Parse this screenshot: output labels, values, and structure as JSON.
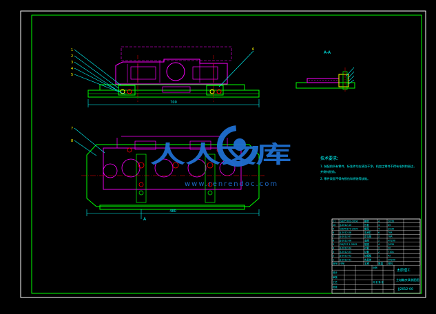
{
  "drawing": {
    "section_label": "A-A",
    "section_marker": "A",
    "notes_title": "技术要求：",
    "notes": [
      "1. 装配前所有零件、标准件均应清洗干净，机加工零件不得有毛刺和锐边，",
      "   并倒钝锐角。",
      "2. 零件表面不得有损伤和锈蚀等缺陷。"
    ],
    "leader_numbers_top": [
      "1",
      "2",
      "3",
      "4",
      "5",
      "6"
    ],
    "leader_numbers_bottom": [
      "7",
      "8"
    ],
    "dimension_top": "700",
    "dimension_bottom": "480"
  },
  "watermark": {
    "brand": "人人文库",
    "url": "www.renrendoc.com"
  },
  "title_block": {
    "school": "太原理工",
    "drawing_title": "主轴箱夹具装配图",
    "drawing_number": "JJ2012-00",
    "parts": [
      {
        "no": "11",
        "code": "GB/T5783-2000",
        "name": "螺栓",
        "qty": "4",
        "material": "Q235"
      },
      {
        "no": "10",
        "code": "JJ-2012-10",
        "name": "压板",
        "qty": "4",
        "material": "45"
      },
      {
        "no": "9",
        "code": "GB/T6170-2000",
        "name": "螺母",
        "qty": "4",
        "material": "Q235"
      },
      {
        "no": "8",
        "code": "JJ-2012-08",
        "name": "支承钉",
        "qty": "6",
        "material": "T8A"
      },
      {
        "no": "7",
        "code": "JJ-2012-07",
        "name": "定位销",
        "qty": "2",
        "material": "T8A"
      },
      {
        "no": "6",
        "code": "JJ-2012-06",
        "name": "支座",
        "qty": "2",
        "material": "HT200"
      },
      {
        "no": "5",
        "code": "GB/T97.1-2002",
        "name": "垫圈",
        "qty": "4",
        "material": "Q235"
      },
      {
        "no": "4",
        "code": "JJ-2012-04",
        "name": "衬套",
        "qty": "2",
        "material": "20"
      },
      {
        "no": "3",
        "code": "JJ-2012-03",
        "name": "钻套",
        "qty": "2",
        "material": "T10A"
      },
      {
        "no": "2",
        "code": "JJ-2012-02",
        "name": "钻模板",
        "qty": "1",
        "material": "45"
      },
      {
        "no": "1",
        "code": "JJ-2012-01",
        "name": "夹具体",
        "qty": "1",
        "material": "HT200"
      }
    ],
    "header": [
      "序号",
      "代号",
      "名称",
      "数量",
      "材料"
    ],
    "sign_labels": [
      "设计",
      "审核",
      "工艺",
      "批准"
    ],
    "scale_label": "比例",
    "sheet_label": "共 张 第 张"
  },
  "colors": {
    "frame": "#ffffff",
    "part": "#00ff00",
    "workpiece": "#ff00ff",
    "dimension": "#00ffff",
    "leader": "#ffff00",
    "center": "#ff0000",
    "watermark": "#1f6fd0"
  }
}
